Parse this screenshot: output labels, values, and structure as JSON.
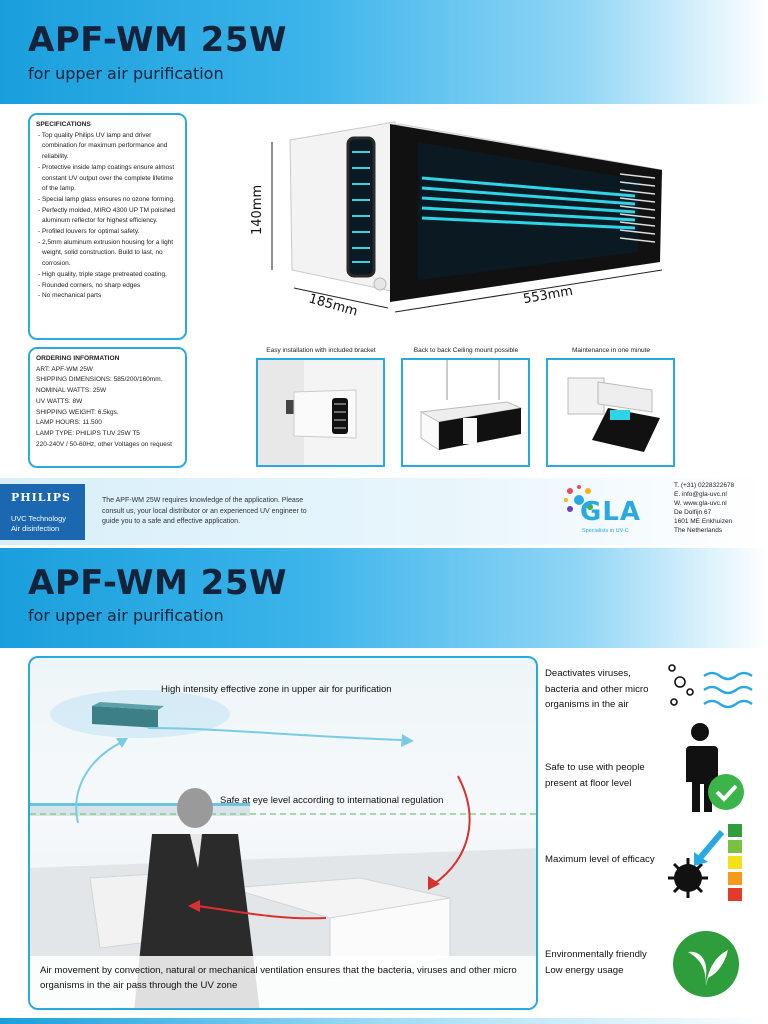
{
  "header1": {
    "title": "APF-WM 25W",
    "subtitle": "for upper air purification"
  },
  "specifications": {
    "heading": "SPECIFICATIONS",
    "items": [
      "- Top quality Philips UV lamp and driver combination for maximum performance and reliability.",
      "- Protective inside lamp coatings ensure almost constant UV output over the complete lifetime of the lamp.",
      "- Special lamp glass ensures no ozone forming.",
      "- Perfectly molded, MIRO 4300 UP TM polished aluminum reflector for highest efficiency.",
      "- Profiled louvers for optimal safety.",
      "- 2,5mm aluminum extrusion housing for a light weight, solid construction. Build to last, no corrosion.",
      "- High quality, triple stage pretreated coating.",
      "- Rounded corners, no sharp edges",
      "- No mechanical parts"
    ]
  },
  "ordering": {
    "heading": "ORDERING INFORMATION",
    "lines": [
      "ART: APF-WM 25W",
      "SHIPPING DIMENSIONS: 585/200/160mm.",
      "NOMINAL WATTS: 25W",
      "UV WATTS: 8W",
      "SHIPPING WEIGHT: 6.5kgs.",
      "LAMP HOURS: 11.500",
      "LAMP TYPE: PHILIPS TUV 25W T5",
      "220-240V / 50-60Hz, other Voltages on request"
    ]
  },
  "dimensions": {
    "height": "140mm",
    "depth": "185mm",
    "width": "553mm"
  },
  "thumbnails": [
    {
      "caption": "Easy installation with included bracket"
    },
    {
      "caption": "Back to back Ceiling mount possible"
    },
    {
      "caption": "Maintenance in one minute"
    }
  ],
  "philips": {
    "brand": "PHILIPS",
    "line1": "UVC Technology",
    "line2": "Air disinfection"
  },
  "note": "The APF-WM 25W requires knowledge of the application. Please consult us, your local distributor or an experienced UV engineer to guide you to a safe and effective application.",
  "gla": {
    "name": "GLA",
    "tagline": "Specialists in UV-C"
  },
  "contact": [
    "T. (+31) 0228322678",
    "E. info@gla-uvc.nl",
    "W. www.gla-uvc.nl",
    "De Dolfijn 67",
    "1601 ME Enkhuizen",
    "The Netherlands"
  ],
  "header2": {
    "title": "APF-WM 25W",
    "subtitle": "for upper air purification"
  },
  "scene": {
    "zone_label": "High intensity effective zone in upper air for purification",
    "eye_label": "Safe at eye level according to international regulation",
    "caption": "Air movement by convection, natural or mechanical ventilation ensures that the bacteria, viruses and other micro organisms in the air pass through the UV zone"
  },
  "benefits": [
    {
      "text": "Deactivates viruses, bacteria and other micro organisms in the air",
      "icon": "virus-wave-icon"
    },
    {
      "text": "Safe to use with people present at floor level",
      "icon": "person-check-icon"
    },
    {
      "text": "Maximum level of efficacy",
      "icon": "efficacy-icon"
    },
    {
      "text": "Environmentally friendly Low energy usage",
      "icon": "leaf-icon"
    }
  ],
  "colors": {
    "accent": "#2aa9e0",
    "title": "#14223a",
    "philips": "#1b67b0",
    "uv": "#2fd4e6",
    "arrow_red": "#d93030",
    "green": "#2e9e3c"
  }
}
